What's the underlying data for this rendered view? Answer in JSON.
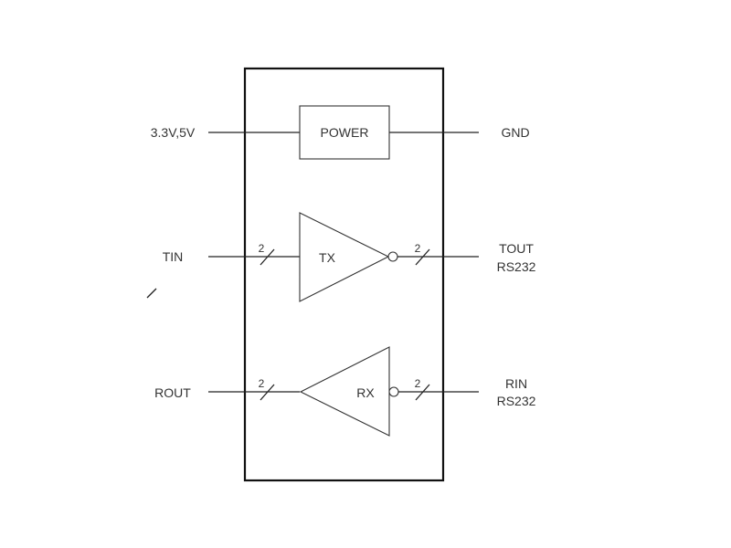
{
  "pins": {
    "vcc": "3.3V,5V",
    "gnd": "GND",
    "tin": "TIN",
    "tout": "TOUT",
    "tout_std": "RS232",
    "rout": "ROUT",
    "rin": "RIN",
    "rin_std": "RS232"
  },
  "blocks": {
    "power": "POWER",
    "tx": "TX",
    "rx": "RX"
  },
  "bus_widths": {
    "tin": "2",
    "tout": "2",
    "rout": "2",
    "rin": "2"
  }
}
